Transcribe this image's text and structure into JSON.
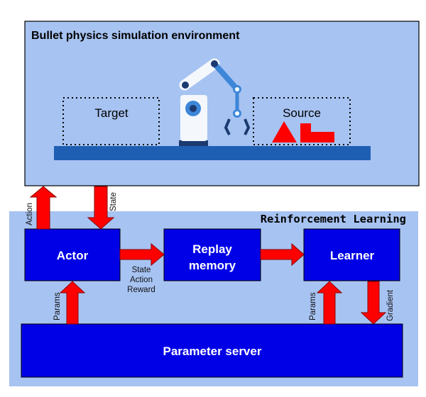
{
  "environment": {
    "title": "Bullet physics simulation environment",
    "target_label": "Target",
    "source_label": "Source"
  },
  "rl": {
    "title": "Reinforcement Learning",
    "actor": "Actor",
    "replay_line1": "Replay",
    "replay_line2": "memory",
    "learner": "Learner",
    "parameter_server": "Parameter server"
  },
  "arrows": {
    "action": "Action",
    "state": "State",
    "sar_state": "State",
    "sar_action": "Action",
    "sar_reward": "Reward",
    "params_actor": "Params",
    "params_learner": "Params",
    "gradient": "Gradient"
  },
  "colors": {
    "panel_blue": "#a7c3f2",
    "box_blue": "#0000e6",
    "arrow_red": "#ff0000",
    "table_blue": "#1e5fb4"
  }
}
